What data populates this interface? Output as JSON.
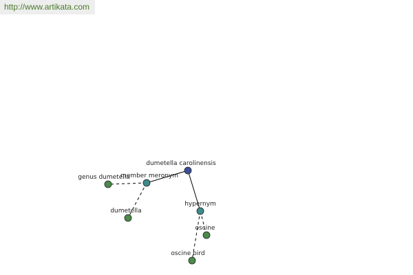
{
  "watermark": {
    "text": "http://www.artikata.com"
  },
  "graph": {
    "nodes": [
      {
        "id": "dumetella-carolinensis",
        "label": "dumetella carolinensis",
        "color": "#3c4f9a"
      },
      {
        "id": "member-meronym",
        "label": "member meronym",
        "color": "#3f8a8a"
      },
      {
        "id": "hypernym",
        "label": "hypernym",
        "color": "#3f8a8a"
      },
      {
        "id": "genus-dumetella",
        "label": "genus dumetella",
        "color": "#4b8b4b"
      },
      {
        "id": "dumetella",
        "label": "dumetella",
        "color": "#4b8b4b"
      },
      {
        "id": "oscine",
        "label": "oscine",
        "color": "#4b8b4b"
      },
      {
        "id": "oscine-bird",
        "label": "oscine bird",
        "color": "#4b8b4b"
      }
    ],
    "edges": [
      {
        "from": "dumetella-carolinensis",
        "to": "member-meronym",
        "style": "solid"
      },
      {
        "from": "dumetella-carolinensis",
        "to": "hypernym",
        "style": "solid"
      },
      {
        "from": "member-meronym",
        "to": "genus-dumetella",
        "style": "dashed"
      },
      {
        "from": "member-meronym",
        "to": "dumetella",
        "style": "dashed"
      },
      {
        "from": "hypernym",
        "to": "oscine",
        "style": "dashed"
      },
      {
        "from": "hypernym",
        "to": "oscine-bird",
        "style": "dashed"
      }
    ]
  }
}
